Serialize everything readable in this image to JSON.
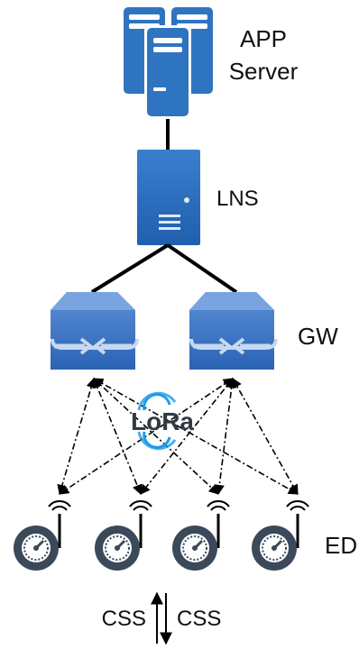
{
  "labels": {
    "app_line1": "APP",
    "app_line2": "Server",
    "lns": "LNS",
    "gw": "GW",
    "ed": "ED",
    "lora": "LoRa",
    "css_left": "CSS",
    "css_right": "CSS"
  },
  "icons": {
    "app_server": "server-stack-icon",
    "lns": "tower-server-icon",
    "gateway": "gateway-router-icon",
    "end_device": "meter-gauge-icon",
    "antenna": "wifi-antenna-icon"
  },
  "colors": {
    "server_blue": "#2f74c0",
    "server_light": "#5b9bd5",
    "device_dark": "#3b4a5a",
    "device_face": "#ffffff",
    "lora_wave": "#1e9be8",
    "line": "#000000"
  }
}
